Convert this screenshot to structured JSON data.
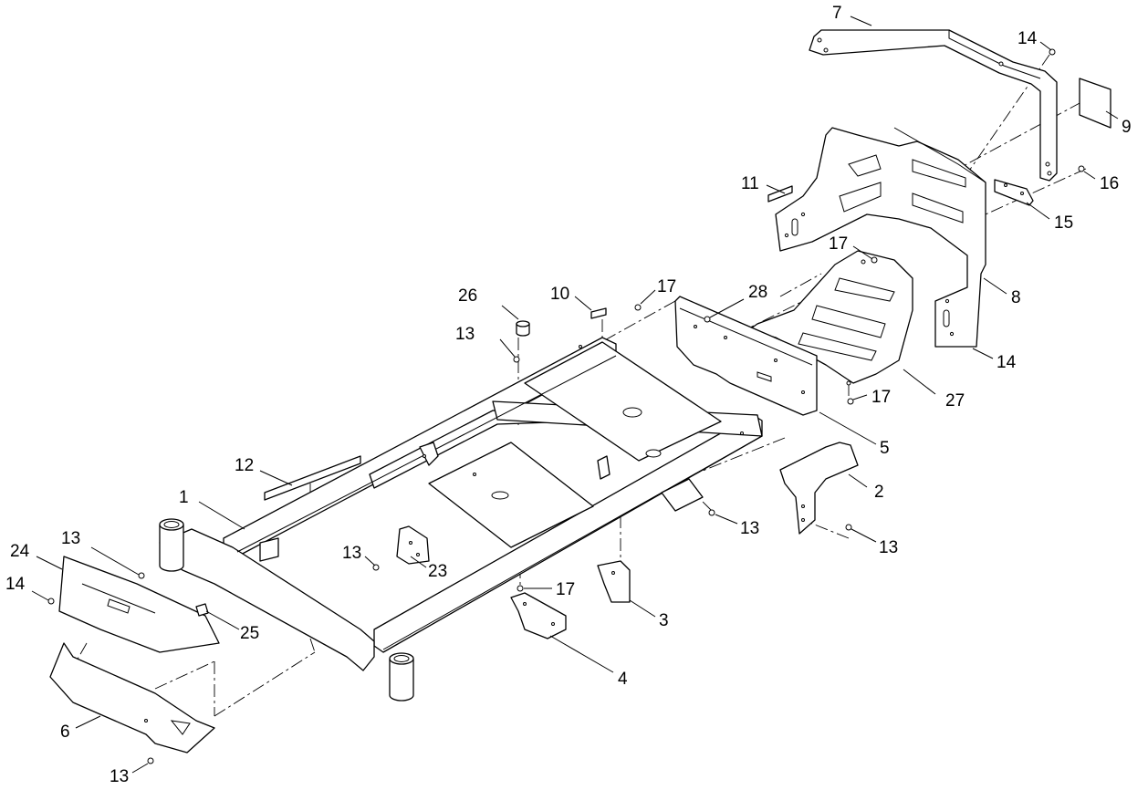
{
  "callouts": [
    {
      "id": "c7",
      "text": "7"
    },
    {
      "id": "c14a",
      "text": "14"
    },
    {
      "id": "c9",
      "text": "9"
    },
    {
      "id": "c11",
      "text": "11"
    },
    {
      "id": "c16",
      "text": "16"
    },
    {
      "id": "c15",
      "text": "15"
    },
    {
      "id": "c17a",
      "text": "17"
    },
    {
      "id": "c8",
      "text": "8"
    },
    {
      "id": "c26",
      "text": "26"
    },
    {
      "id": "c10",
      "text": "10"
    },
    {
      "id": "c17b",
      "text": "17"
    },
    {
      "id": "c28",
      "text": "28"
    },
    {
      "id": "c13a",
      "text": "13"
    },
    {
      "id": "c14b",
      "text": "14"
    },
    {
      "id": "c17c",
      "text": "17"
    },
    {
      "id": "c27",
      "text": "27"
    },
    {
      "id": "c5",
      "text": "5"
    },
    {
      "id": "c12",
      "text": "12"
    },
    {
      "id": "c2",
      "text": "2"
    },
    {
      "id": "c1",
      "text": "1"
    },
    {
      "id": "c13b",
      "text": "13"
    },
    {
      "id": "c13c",
      "text": "13"
    },
    {
      "id": "c24",
      "text": "24"
    },
    {
      "id": "c13d",
      "text": "13"
    },
    {
      "id": "c13e",
      "text": "13"
    },
    {
      "id": "c23",
      "text": "23"
    },
    {
      "id": "c14c",
      "text": "14"
    },
    {
      "id": "c17d",
      "text": "17"
    },
    {
      "id": "c3",
      "text": "3"
    },
    {
      "id": "c25",
      "text": "25"
    },
    {
      "id": "c4",
      "text": "4"
    },
    {
      "id": "c6",
      "text": "6"
    },
    {
      "id": "c13f",
      "text": "13"
    }
  ]
}
